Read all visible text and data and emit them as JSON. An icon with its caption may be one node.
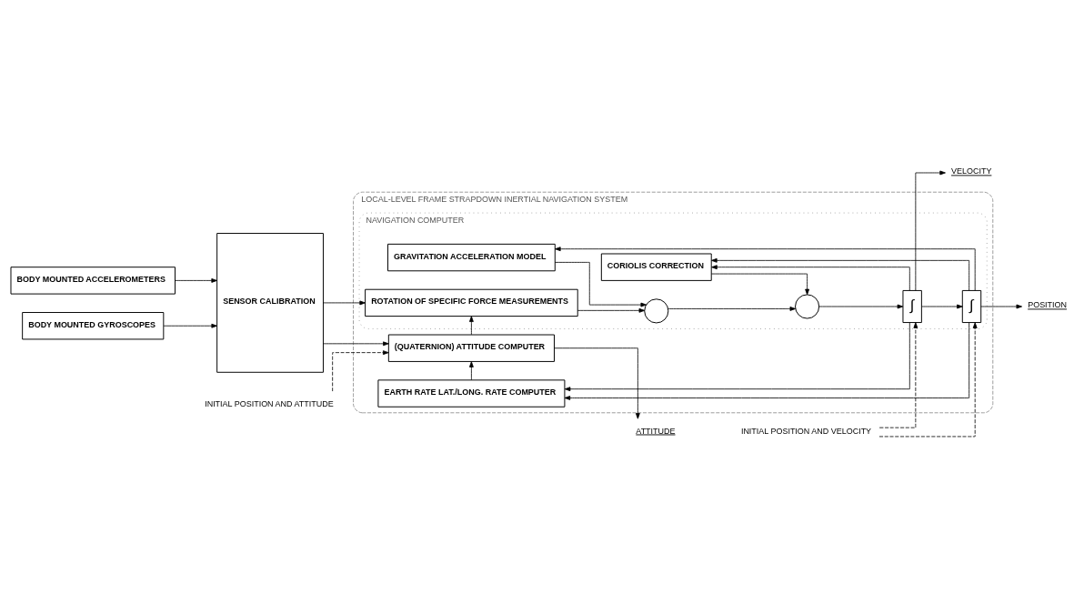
{
  "diagram": {
    "nodes": [
      {
        "text": [
          "LOCAL-LEVEL FRAME STRAPDOWN INERTIAL NAVIGATION SYSTEM"
        ]
      },
      {
        "text": [
          "NAVIGATION COMPUTER"
        ],
        "in": 0
      },
      {
        "text": [
          "BODY MOUNTED ACCELEROMETERS"
        ]
      },
      {
        "text": [
          "BODY MOUNTED GYROSCOPES"
        ]
      },
      {
        "text": [
          "SENSOR CALIBRATION"
        ]
      },
      {
        "text": [
          "GRAVITATION ACCELERATION MODEL"
        ],
        "in": 1
      },
      {
        "text": [
          "CORIOLIS CORRECTION"
        ],
        "in": 1
      },
      {
        "text": [
          "ROTATION OF SPECIFIC FORCE MEASUREMENTS"
        ],
        "in": 1
      },
      {
        "text": [],
        "shape": "circle",
        "in": 1
      },
      {
        "text": [],
        "shape": "circle",
        "in": 1
      },
      {
        "text": [
          "∫"
        ],
        "in": 1
      },
      {
        "text": [
          "∫"
        ],
        "in": 1
      },
      {
        "text": [
          "(QUATERNION) ATTITUDE COMPUTER"
        ],
        "in": 0
      },
      {
        "text": [
          "EARTH RATE LAT./LONG. RATE COMPUTER"
        ],
        "in": 0
      },
      {
        "text": [
          "VELOCITY"
        ]
      },
      {
        "text": [
          "POSITION"
        ]
      },
      {
        "text": [
          "ATTITUDE"
        ]
      },
      {
        "text": [
          "INITIAL POSITION AND ATTITUDE"
        ]
      },
      {
        "text": [
          "INITIAL POSITION AND VELOCITY"
        ]
      }
    ],
    "edges": [
      {
        "from": 2,
        "to": 4,
        "arrow": "to"
      },
      {
        "from": 3,
        "to": 4,
        "arrow": "to"
      },
      {
        "from": 4,
        "to": 7,
        "arrow": "to"
      },
      {
        "from": 4,
        "to": 12,
        "arrow": "to"
      },
      {
        "from": 7,
        "to": 8,
        "arrow": "to"
      },
      {
        "from": 5,
        "to": 8,
        "arrow": "to"
      },
      {
        "from": 8,
        "to": 9,
        "arrow": "to"
      },
      {
        "from": 6,
        "to": 9,
        "arrow": "to"
      },
      {
        "from": 9,
        "to": 10,
        "arrow": "to"
      },
      {
        "from": 10,
        "to": 11,
        "arrow": "to"
      },
      {
        "from": 11,
        "to": 15,
        "arrow": "to"
      },
      {
        "from": 10,
        "to": 14,
        "arrow": "to"
      },
      {
        "from": 10,
        "to": 6,
        "arrow": "to"
      },
      {
        "from": 10,
        "to": 13,
        "arrow": "to"
      },
      {
        "from": 11,
        "to": 5,
        "arrow": "to"
      },
      {
        "from": 11,
        "to": 6,
        "arrow": "to"
      },
      {
        "from": 11,
        "to": 13,
        "arrow": "to"
      },
      {
        "from": 13,
        "to": 12,
        "arrow": "to"
      },
      {
        "from": 12,
        "to": 7,
        "arrow": "to"
      },
      {
        "from": 12,
        "to": 16,
        "arrow": "to"
      },
      {
        "from": 17,
        "to": 12,
        "arrow": "to",
        "style": "dashed"
      },
      {
        "from": 18,
        "to": 10,
        "arrow": "to",
        "style": "dashed"
      },
      {
        "from": 18,
        "to": 11,
        "arrow": "to",
        "style": "dashed"
      }
    ]
  }
}
